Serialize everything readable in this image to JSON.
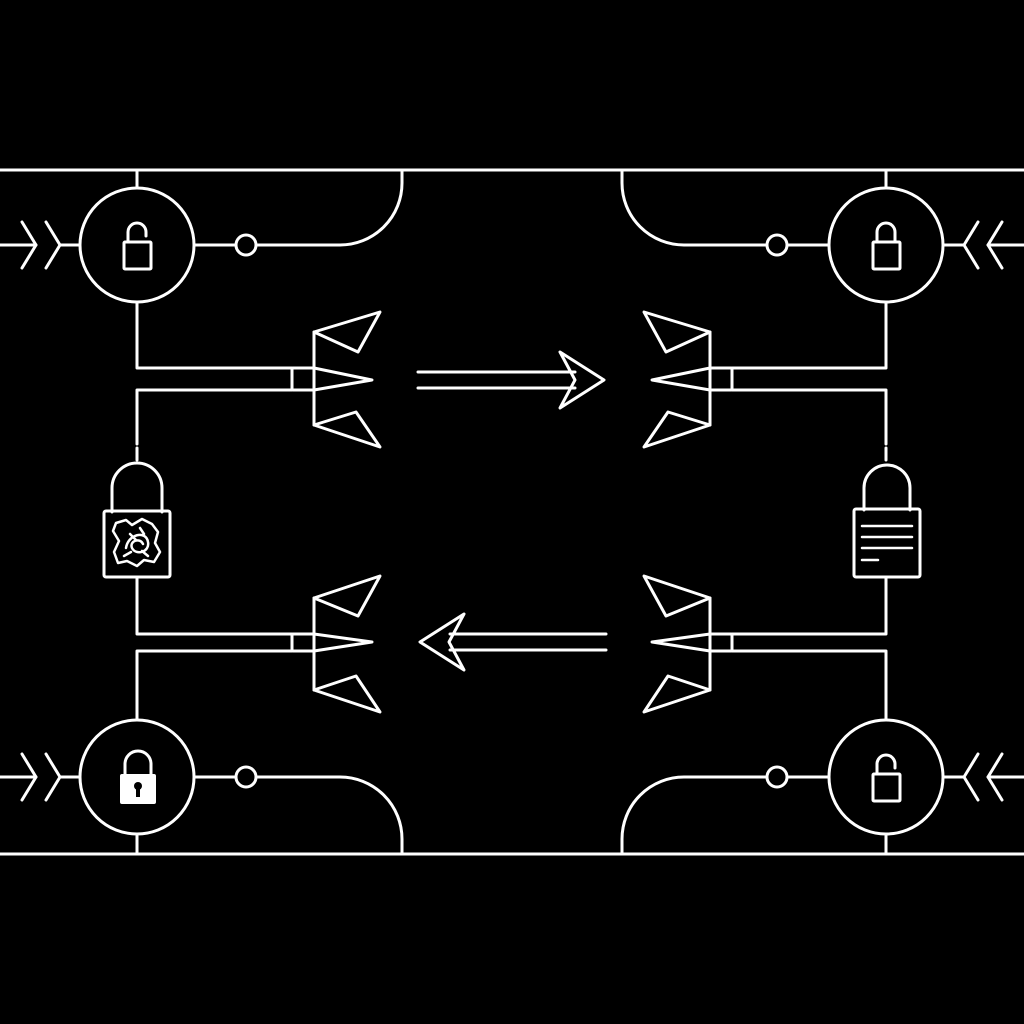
{
  "diagram": {
    "background_color": "#000000",
    "line_color": "#ffffff",
    "nodes": [
      {
        "id": "top-left",
        "icon": "open-padlock-icon",
        "side": "left",
        "chevrons": "right-pointing"
      },
      {
        "id": "top-right",
        "icon": "open-padlock-icon",
        "side": "right",
        "chevrons": "left-pointing"
      },
      {
        "id": "bottom-left",
        "icon": "keyhole-padlock-icon",
        "side": "left",
        "chevrons": "right-pointing"
      },
      {
        "id": "bottom-right",
        "icon": "open-padlock-icon",
        "side": "right",
        "chevrons": "left-pointing"
      }
    ],
    "side_locks": [
      {
        "id": "left",
        "icon": "scrambled-padlock-icon",
        "meaning": "encrypted"
      },
      {
        "id": "right",
        "icon": "document-padlock-icon",
        "meaning": "decrypted"
      }
    ],
    "flows": [
      {
        "id": "upper",
        "direction": "left-to-right",
        "icon": "arrow-right-icon"
      },
      {
        "id": "lower",
        "direction": "right-to-left",
        "icon": "arrow-left-icon"
      }
    ]
  }
}
